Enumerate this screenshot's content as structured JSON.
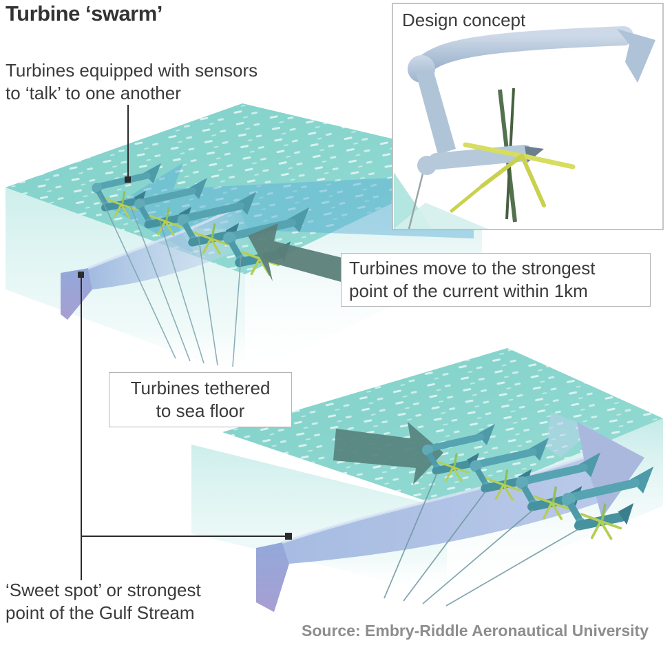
{
  "title": "Turbine ‘swarm’",
  "design_concept": {
    "label": "Design concept"
  },
  "callouts": {
    "sensors": {
      "lines": [
        "Turbines equipped with sensors",
        "to ‘talk’ to one another"
      ]
    },
    "move": {
      "lines": [
        "Turbines move to the strongest",
        "point of the current within 1km"
      ]
    },
    "tethered": {
      "lines": [
        "Turbines tethered",
        "to sea floor"
      ]
    },
    "sweet_spot": {
      "lines": [
        "‘Sweet spot’ or strongest",
        "point of the Gulf Stream"
      ]
    }
  },
  "source": "Source: Embry-Riddle Aeronautical University",
  "scene": {
    "upper_turbine_count": 4,
    "lower_turbine_count": 4,
    "icons": [
      "current-arrow-left-icon",
      "current-arrow-right-icon",
      "gulf-stream-band-icon",
      "turbine-icon",
      "design-concept-turbine-icon"
    ],
    "colors": {
      "sea_surface": "#8AD5CE",
      "sea_face": "#D5F1EF",
      "current_band": "#A9C0E3",
      "band_side": "#A39BD2",
      "turbine_body": "#4E9AA9",
      "turbine_blades": "#B5CE54",
      "dark_arrow": "#57827E",
      "text": "#3B3B3B",
      "source_text": "#8D8D8D",
      "box_border": "#B4B4B4"
    }
  }
}
